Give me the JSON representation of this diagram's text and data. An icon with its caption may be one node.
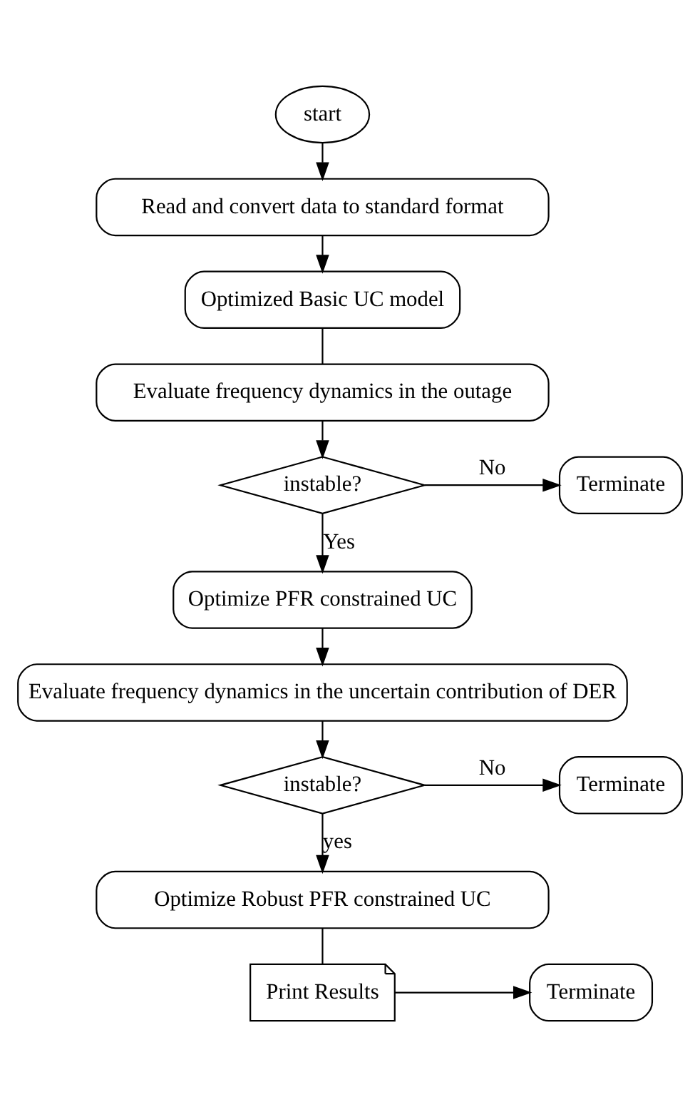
{
  "diagram": {
    "nodes": [
      {
        "text": [
          "start"
        ]
      },
      {
        "text": [
          "Read and convert data to standard format"
        ]
      },
      {
        "text": [
          "Optimized Basic UC model"
        ]
      },
      {
        "text": [
          "Evaluate frequency dynamics in the outage"
        ]
      },
      {
        "text": [
          "instable?"
        ]
      },
      {
        "text": [
          "Terminate"
        ]
      },
      {
        "text": [
          "Optimize PFR constrained UC"
        ]
      },
      {
        "text": [
          "Evaluate frequency dynamics in the uncertain contribution of DER"
        ]
      },
      {
        "text": [
          "instable?"
        ]
      },
      {
        "text": [
          "Terminate"
        ]
      },
      {
        "text": [
          "Optimize Robust PFR constrained UC"
        ]
      },
      {
        "text": [
          "Print Results"
        ]
      },
      {
        "text": [
          "Terminate"
        ]
      }
    ],
    "edges": [
      {
        "from": 0,
        "to": 1,
        "arrow": "to"
      },
      {
        "from": 1,
        "to": 2,
        "arrow": "to"
      },
      {
        "from": 2,
        "to": 3,
        "arrow": "none"
      },
      {
        "from": 3,
        "to": 4,
        "arrow": "to"
      },
      {
        "from": 4,
        "to": 5,
        "arrow": "to",
        "label": "No"
      },
      {
        "from": 4,
        "to": 6,
        "arrow": "to",
        "label": "Yes"
      },
      {
        "from": 6,
        "to": 7,
        "arrow": "to"
      },
      {
        "from": 7,
        "to": 8,
        "arrow": "to"
      },
      {
        "from": 8,
        "to": 9,
        "arrow": "to",
        "label": "No"
      },
      {
        "from": 8,
        "to": 10,
        "arrow": "to",
        "label": "yes"
      },
      {
        "from": 10,
        "to": 11,
        "arrow": "none"
      },
      {
        "from": 11,
        "to": 12,
        "arrow": "to"
      }
    ]
  }
}
